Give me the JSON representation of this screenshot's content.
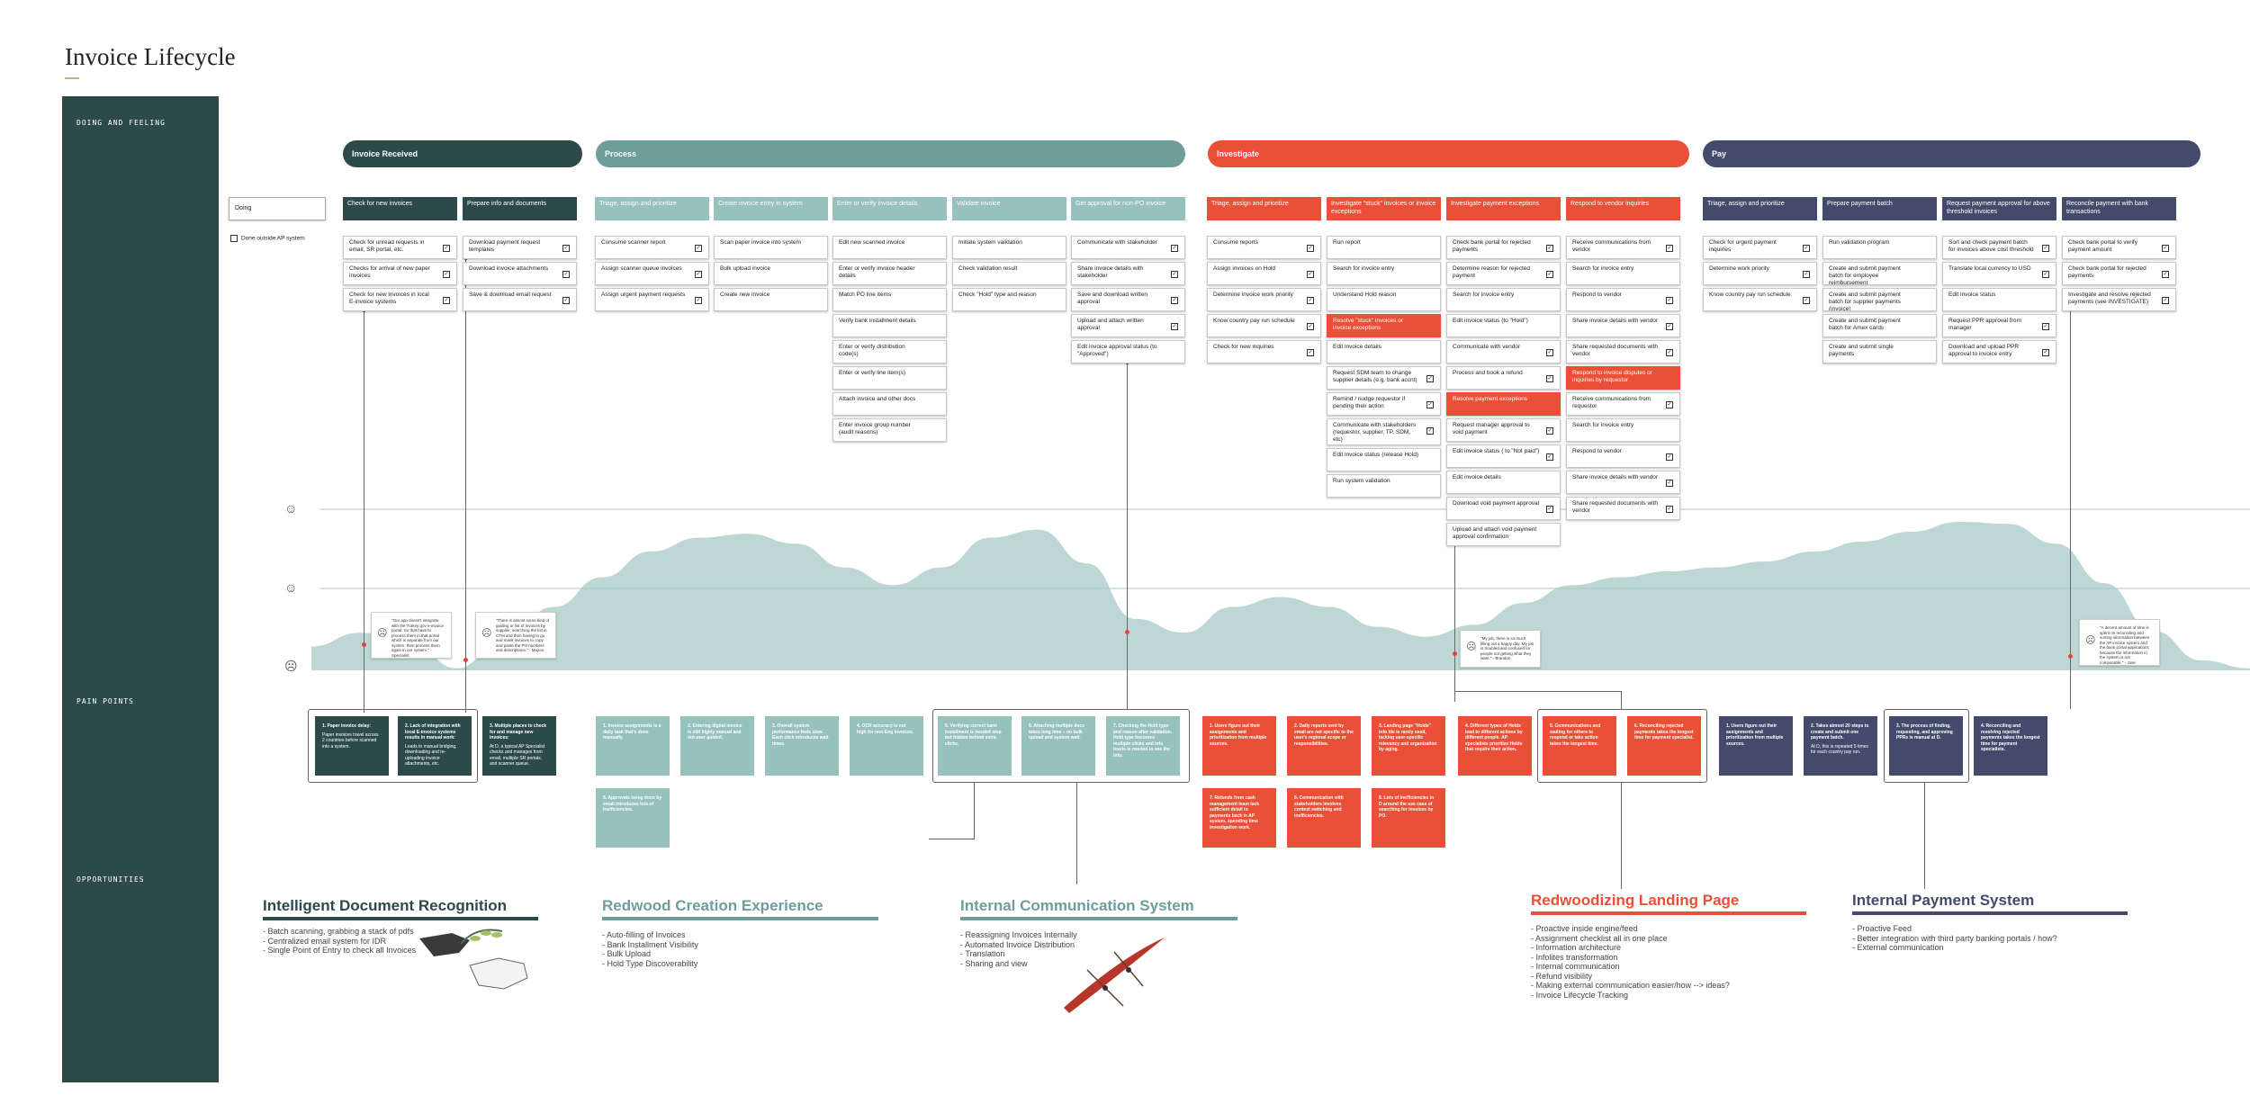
{
  "title": "Invoice Lifecycle",
  "sidebar": {
    "doing": "DOING AND FEELING",
    "pain": "PAIN POINTS",
    "opps": "OPPORTUNITIES"
  },
  "legend": {
    "doing": "Doing",
    "outside": "Done outside AP system"
  },
  "colors": {
    "dark_teal": "#2d4a4b",
    "teal": "#6f9d9a",
    "light_teal": "#96c1bd",
    "red": "#ea4f38",
    "navy": "#444a6b",
    "curve": "#bcd7d4"
  },
  "stages": [
    {
      "label": "Invoice Received",
      "color": "#2d4a4b"
    },
    {
      "label": "Process",
      "color": "#6f9d9a"
    },
    {
      "label": "Investigate",
      "color": "#ea4f38"
    },
    {
      "label": "Pay",
      "color": "#444a6b"
    }
  ],
  "columns": [
    {
      "header": "Check for new invoices",
      "tasks": [
        "Check for unread requests in email, SR portal, etc.",
        "Checks for arrival of new paper invoices",
        "Check for new invoices in local E-invoice systems"
      ]
    },
    {
      "header": "Prepare info and documents",
      "tasks": [
        "Download payment request templates",
        "Download invoice attachments",
        "Save & download email request"
      ]
    },
    {
      "header": "Triage, assign and prioritize",
      "tasks": [
        "Consume scanner report",
        "Assign scanner queue invoices",
        "Assign urgent payment requests"
      ]
    },
    {
      "header": "Create invoice entry in system",
      "tasks": [
        "Scan paper invoice into system",
        "Bulk upload invoice",
        "Create new invoice"
      ]
    },
    {
      "header": "Enter or verify invoice details",
      "tasks": [
        "Edit new scanned invoice",
        "Enter or verify invoice header details",
        "Match PO line items",
        "Verify bank installment details",
        "Enter or verify distribution code(s)",
        "Enter or verify line item(s)",
        "Attach invoice and other docs",
        "Enter invoice group number (audit reasons)"
      ]
    },
    {
      "header": "Validate invoice",
      "tasks": [
        "Initiate system validation",
        "Check validation result",
        "Check \"Hold\" type and reason"
      ]
    },
    {
      "header": "Get approval for non-PO invoice",
      "tasks": [
        "Communicate with stakeholder",
        "Share invoice details with stakeholder",
        "Save and download written approval",
        "Upload and attach written approval",
        "Edit invoice approval status (to \"Approved\")"
      ]
    },
    {
      "header": "Triage, assign and prioritize",
      "tasks": [
        "Consume reports",
        "Assign invoices on Hold",
        "Determine invoice work priority",
        "Know country pay run schedule",
        "Check for new inquiries"
      ]
    },
    {
      "header": "Investigate \"stuck\" invoices or invoice exceptions",
      "tasks": [
        "Run report",
        "Search for invoice entry",
        "Understand Hold reason",
        "Resolve \"stuck\" invoices or invoice exceptions",
        "Edit invoice details",
        "Request SDM team to change supplier details (e.g. bank accnt)",
        "Remind / nudge requestor if pending their action",
        "Communicate with stakeholders (requestor, supplier, TP, SDM, etc)",
        "Edit invoice status (release Hold)",
        "Run system validation"
      ]
    },
    {
      "header": "Investigate payment exceptions",
      "tasks": [
        "Check bank portal for rejected payments",
        "Determine reason for rejected payment",
        "Search for invoice entry",
        "Edit invoice status (to \"Hold\")",
        "Communicate with vendor",
        "Process and book a refund",
        "Resolve payment exceptions",
        "Request manager approval to void payment",
        "Edit invoice status ( to \"Not paid\")",
        "Edit invoice details",
        "Download void payment approval",
        "Upload and attach void payment approval confirmation"
      ]
    },
    {
      "header": "Respond to vendor inquiries",
      "tasks": [
        "Receive communications from vendor",
        "Search for invoice entry",
        "Respond to vendor",
        "Share invoice details with vendor",
        "Share requested documents with vendor",
        "Respond to invoice disputes or inquiries by requestor",
        "Receive communications from requestor",
        "Search for invoice entry",
        "Respond to vendor",
        "Share invoice details with vendor",
        "Share requested documents with vendor"
      ]
    },
    {
      "header": "Triage, assign and prioritize",
      "tasks": [
        "Check for urgent payment inquiries",
        "Determine work priority",
        "Know country pay run schedule"
      ]
    },
    {
      "header": "Prepare payment batch",
      "tasks": [
        "Run validation program",
        "Create and submit payment batch for employee reimbursement",
        "Create and submit payment batch for supplier payments (invoice)",
        "Create and submit payment batch for Amex cards",
        "Create and submit single payments"
      ]
    },
    {
      "header": "Request payment approval for above threshold invoices",
      "tasks": [
        "Sort and check payment batch for invoices above cost threshold",
        "Translate local currency to USD",
        "Edit invoice status",
        "Request PPR approval from manager",
        "Download and upload PPR approval to invoice entry"
      ]
    },
    {
      "header": "Reconcile payment with bank transactions",
      "tasks": [
        "Check bank portal to verify payment amount",
        "Check bank portal for rejected payments",
        "Investigate and resolve rejected payments (see INVESTIGATE)"
      ]
    }
  ],
  "quotes": [
    "\"Our app doesn't integrate with the Turkey gov e-invoice portal. So that have to process them in that portal which is separate from our system. then process them again in our system.\" - Specialist",
    "\"There is almost some kind of guiding or list of invoices by supplier, searching the list in CTM and then having to go and mask invoices to copy and paste the PO numbers and descriptions.\" - Mayon",
    "\"My job, there is so much filling out a happy day. My job is troubled and confused for people not getting what they want.\" - Brandon",
    "\"A decent amount of time is spent on reconciling and sorting information between the AP invoice system and the bank portal applications because the information in the system is not comparable.\" - Jose"
  ],
  "pain_points": [
    {
      "title": "1. Paper invoice delay:",
      "body": "Paper invoices travel across 2 countries before scanned into a system."
    },
    {
      "title": "2. Lack of integration with local E-invoice systems results in manual work:",
      "body": "Leads to manual bridging, downloading and re-uploading invoice attachments, etc."
    },
    {
      "title": "3. Multiple places to check for and manage new invoices:",
      "body": "At D, a typical AP Specialist checks and manages from email, multiple SR portals, and scanner queue."
    },
    {
      "title": "1. Invoice assignments is a daily task that's done manually.",
      "body": ""
    },
    {
      "title": "2. Entering digital invoice is still highly manual and not user-guided.",
      "body": ""
    },
    {
      "title": "3. Overall system performance feels slow. Each click introduces wait times.",
      "body": ""
    },
    {
      "title": "4. OCR accuracy is not high for non-Eng invoices.",
      "body": ""
    },
    {
      "title": "5. Verifying correct bank installment is needed step but hidden behind extra clicks.",
      "body": ""
    },
    {
      "title": "6. Attaching multiple docs takes long time – no bulk upload and system wait.",
      "body": ""
    },
    {
      "title": "7. Checking the Hold type and reason after validation. Hold type becomes multiple clicks and info levels is needed to see the info.",
      "body": ""
    },
    {
      "title": "8. Approvals being done by email introduces lots of inefficiencies.",
      "body": ""
    },
    {
      "title": "1. Users figure out their assignments and prioritization from multiple sources.",
      "body": ""
    },
    {
      "title": "2. Daily reports sent by email are not specific to the user's regional scope or responsibilities.",
      "body": ""
    },
    {
      "title": "3. Landing page \"Holds\" info tile is rarely used, lacking user-specific relevancy and organization by aging.",
      "body": ""
    },
    {
      "title": "4. Different types of Holds lead to different actions by different people. AP specialists prioritize Holds that require their action.",
      "body": ""
    },
    {
      "title": "5. Communications and waiting for others to respond or take action takes the longest time.",
      "body": ""
    },
    {
      "title": "6. Reconciling rejected payments takes the longest time for payment specialist.",
      "body": ""
    },
    {
      "title": "7. Refunds from cash management team lack sufficient detail to payments back in AP system, spending time investigation work.",
      "body": ""
    },
    {
      "title": "8. Communication with stakeholders involves context switching and inefficiencies.",
      "body": ""
    },
    {
      "title": "9. Lots of inefficiencies in D around the use case of searching for invoices by PO.",
      "body": ""
    },
    {
      "title": "1. Users figure out their assignments and prioritization from multiple sources.",
      "body": ""
    },
    {
      "title": "2. Takes almost 20 steps to create and submit one payment batch.",
      "body": "At D, this is repeated 5 times for each country pay run."
    },
    {
      "title": "3. The process of finding, requesting, and approving PPRs is manual at D.",
      "body": ""
    },
    {
      "title": "4. Reconciling and resolving rejected payments takes the longest time for payment specialists.",
      "body": ""
    }
  ],
  "opportunities": [
    {
      "title": "Intelligent Document Recognition",
      "color": "#2d4a4b",
      "items": [
        "- Batch scanning, grabbing a stack of pdfs",
        "- Centralized email system for IDR",
        "- Single Point of Entry to check all Invoices"
      ]
    },
    {
      "title": "Redwood Creation Experience",
      "color": "#6f9d9a",
      "items": [
        "- Auto-filling of Invoices",
        "- Bank Installment Visibility",
        "- Bulk Upload",
        "- Hold Type Discoverability"
      ]
    },
    {
      "title": "Internal Communication System",
      "color": "#6f9d9a",
      "items": [
        "- Reassigning Invoices Internally",
        "- Automated Invoice Distribution",
        "- Translation",
        "- Sharing and view"
      ]
    },
    {
      "title": "Redwoodizing Landing Page",
      "color": "#ea4f38",
      "items": [
        "- Proactive inside engine/feed",
        "- Assignment checklist all in one place",
        "- Information architecture",
        "- Infolites transformation",
        "- Internal communication",
        "- Refund visibility",
        "- Making external communication easier/how --> ideas?",
        "- Invoice Lifecycle Tracking"
      ]
    },
    {
      "title": "Internal Payment System",
      "color": "#444a6b",
      "items": [
        "- Proactive Feed",
        "- Better integration with third party banking portals / how?",
        "- External communication"
      ]
    }
  ],
  "journey_curve": {
    "type": "area",
    "levels": [
      "happy",
      "neutral",
      "sad"
    ],
    "samples": [
      0.6,
      0.95,
      0.78,
      0.05,
      0.85,
      1.6,
      2.35,
      3.0,
      3.35,
      3.45,
      3.2,
      2.6,
      2.15,
      2.6,
      3.35,
      3.55,
      2.7,
      1.3,
      0.95,
      1.6,
      1.85,
      1.6,
      1.1,
      0.85,
      1.15,
      1.7,
      2.15,
      2.35,
      2.5,
      2.6,
      2.75,
      3.0,
      3.25,
      3.5,
      3.75,
      3.7,
      3.2,
      2.2,
      1.0,
      0.25,
      0.05
    ]
  }
}
